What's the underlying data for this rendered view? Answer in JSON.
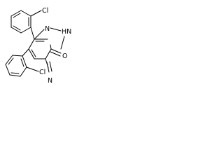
{
  "structure": {
    "kind": "chemical-structure-drawing",
    "atom_labels": {
      "cl_top": "Cl",
      "n_ring": "N",
      "nh_ring": "HN",
      "o_carbonyl": "O",
      "cl_bottom": "Cl",
      "nitrile": "N"
    }
  }
}
